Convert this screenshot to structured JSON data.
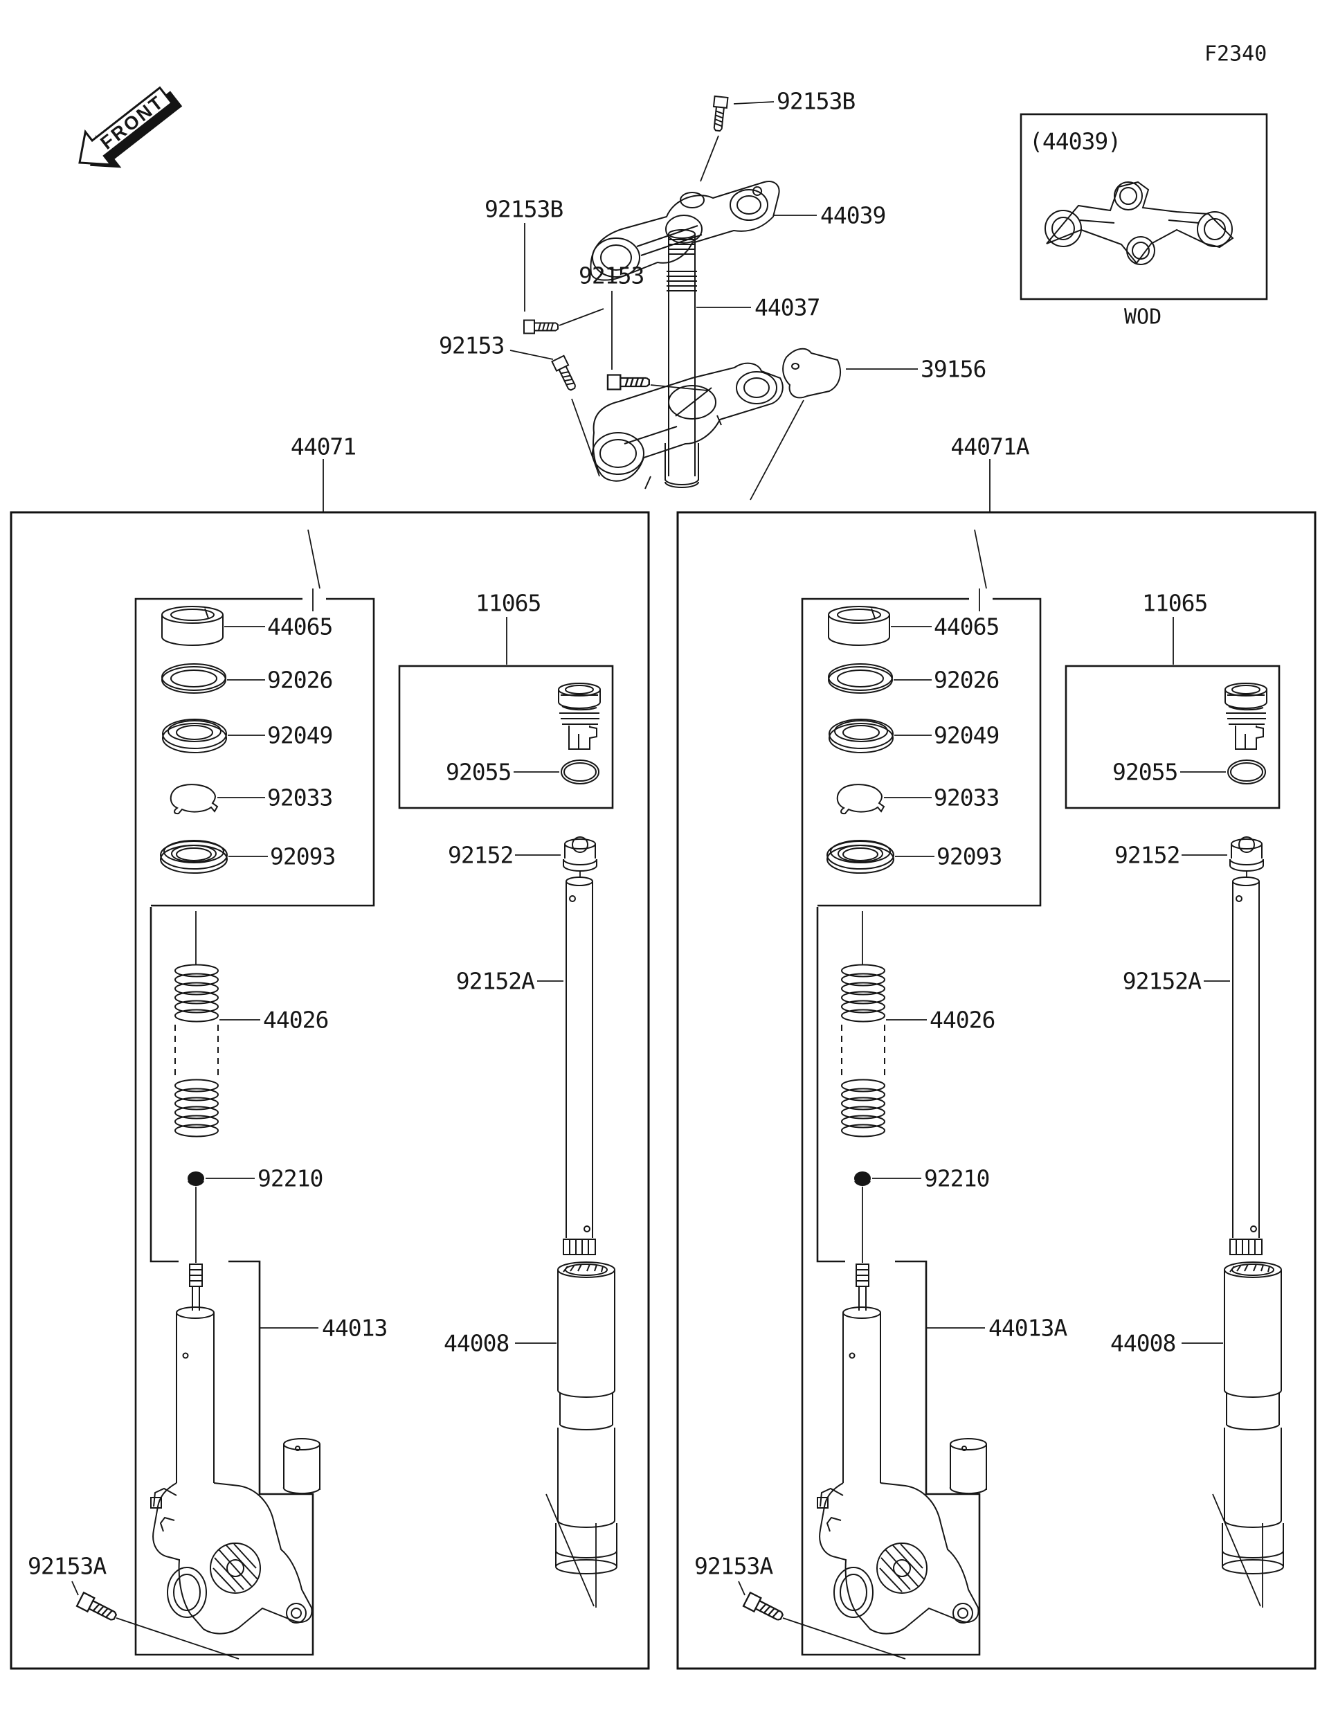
{
  "figure_code": "F2340",
  "front_marker": "FRONT",
  "reference_box": {
    "label": "(44039)",
    "caption": "WOD"
  },
  "top_assembly": {
    "bolt_top_label": "92153B",
    "bolt_left_label": "92153B",
    "upper_clamp_label": "44039",
    "stem_bolt_upper_label": "92153",
    "stem_label": "44037",
    "pad_label": "39156",
    "stem_bolt_lower_label": "92153"
  },
  "panels": [
    {
      "id": "44071",
      "labels": {
        "bushing": "44065",
        "spacer": "92026",
        "oil_seal": "92049",
        "snap_ring": "92033",
        "dust_seal": "92093",
        "spring": "44026",
        "nut": "92210",
        "inner_tube": "44013",
        "bottom_bolt": "92153A",
        "cap_kit": "11065",
        "o_ring": "92055",
        "collar": "92152",
        "cylinder_unit": "92152A",
        "outer_tube": "44008"
      }
    },
    {
      "id": "44071A",
      "labels": {
        "bushing": "44065",
        "spacer": "92026",
        "oil_seal": "92049",
        "snap_ring": "92033",
        "dust_seal": "92093",
        "spring": "44026",
        "nut": "92210",
        "inner_tube": "44013A",
        "bottom_bolt": "92153A",
        "cap_kit": "11065",
        "o_ring": "92055",
        "collar": "92152",
        "cylinder_unit": "92152A",
        "outer_tube": "44008"
      }
    }
  ]
}
